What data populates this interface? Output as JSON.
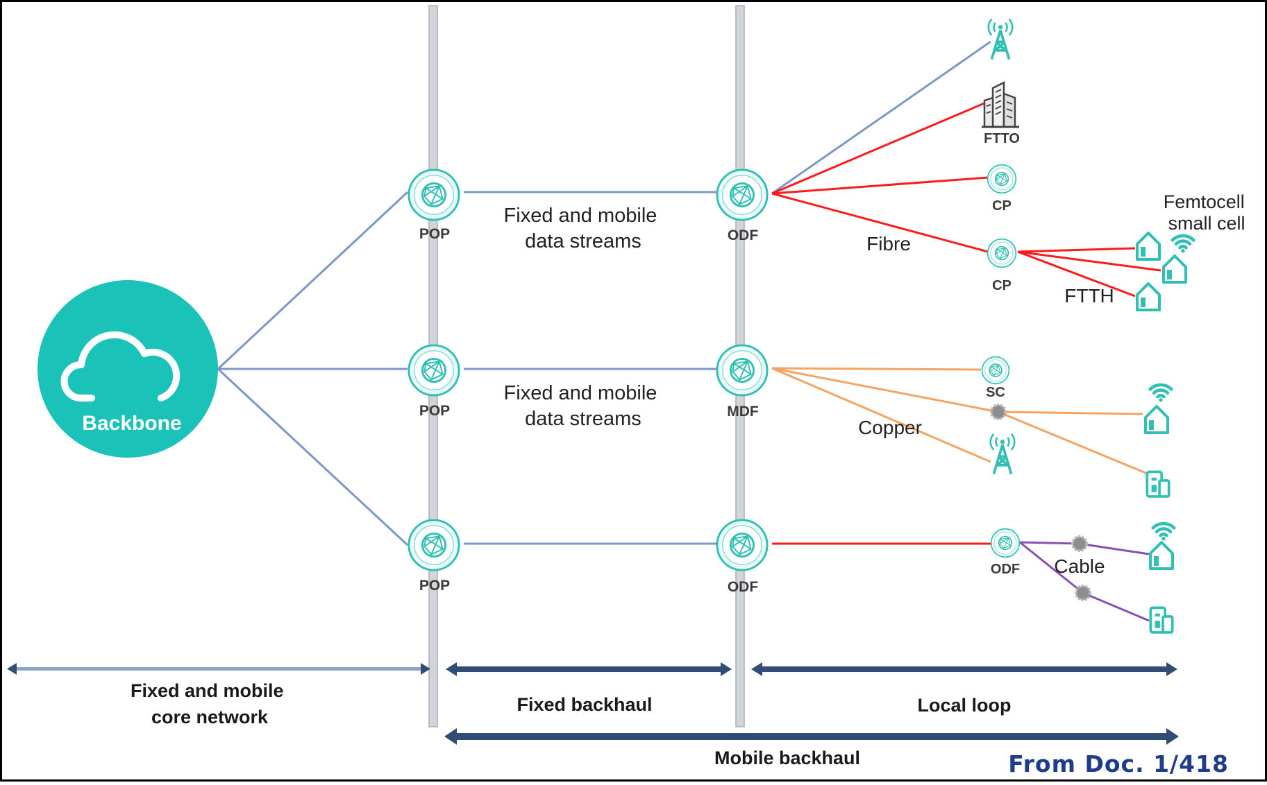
{
  "core": {
    "label": "Backbone"
  },
  "nodes": {
    "pop": [
      "POP",
      "POP",
      "POP"
    ],
    "mid": [
      "ODF",
      "MDF",
      "ODF"
    ]
  },
  "streams": [
    "Fixed and mobile\ndata streams",
    "Fixed and mobile\ndata streams"
  ],
  "media": {
    "fibre": "Fibre",
    "copper": "Copper",
    "cable": "Cable",
    "ftth": "FTTH"
  },
  "endpoints": {
    "ftto": "FTTO",
    "cp1": "CP",
    "cp2": "CP",
    "sc": "SC",
    "odf": "ODF",
    "femtocell": "Femtocell\nsmall cell"
  },
  "segments": {
    "core_network": "Fixed and mobile\ncore network",
    "fixed_backhaul": "Fixed backhaul",
    "local_loop": "Local loop",
    "mobile_backhaul": "Mobile backhaul"
  },
  "source_note": "From Doc. 1/418",
  "colors": {
    "backbone": "#1bc2b8",
    "node": "#2fbfb3",
    "fibre_backhaul": "#7b97c8",
    "fibre": "#ff1a1a",
    "copper": "#f4a460",
    "cable": "#8a4fb5",
    "arrow": "#2f4d75",
    "divider": "#c8ccd2"
  }
}
